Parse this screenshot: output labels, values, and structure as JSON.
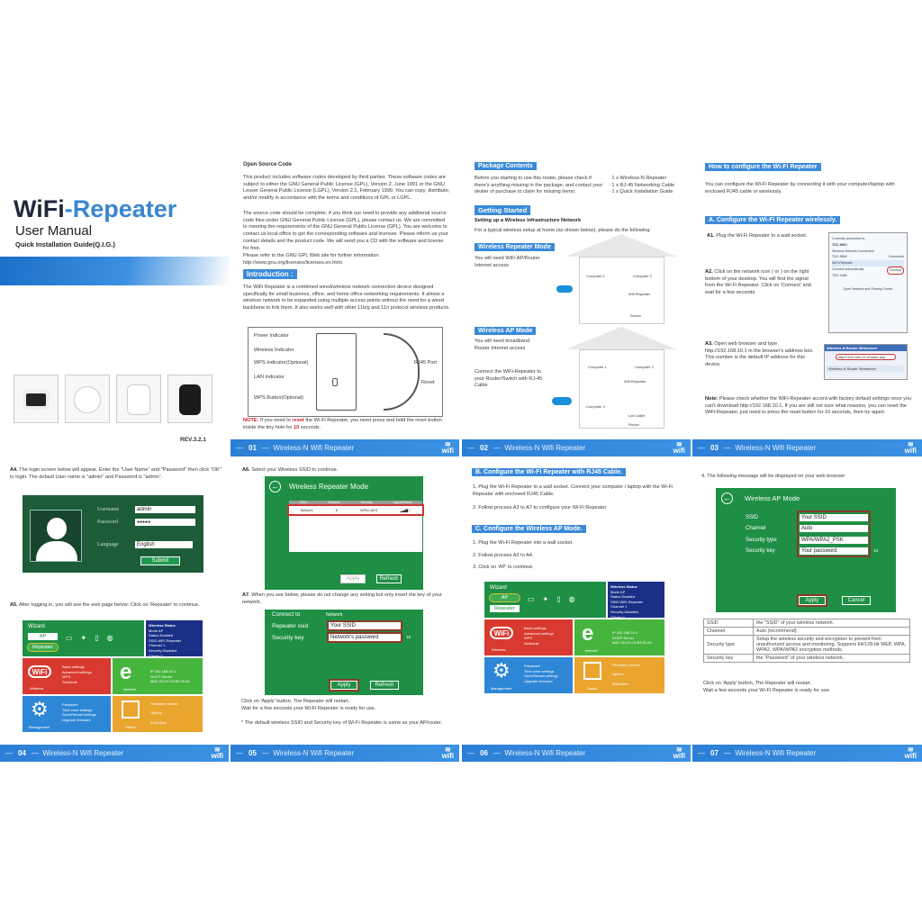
{
  "cover": {
    "title_a": "WiFi",
    "title_b": "-Repeater",
    "subtitle": "User Manual",
    "guide": "Quick Installation Guide(Q.I.G.)",
    "rev": "REV.3.2.1"
  },
  "footer_label": "Wireless-N Wifi Repeater",
  "wifi_logo": "wifi",
  "colors": {
    "accent": "#3b8ad8",
    "green": "#1f8f45",
    "red": "#d4202a"
  },
  "p01": {
    "num": "01",
    "oss_title": "Open Source Code",
    "oss_p1": "This product includes software codes developed by third parties. These software codes are subject to either the GNU General Public License (GPL), Version 2, June 1991 or the GNU Lesser General Public License (LGPL), Version 2.1, February 1999. You can copy, distribute, and/or modify in accordance with the terms and conditions of GPL or LGPL.",
    "oss_p2": "The source code should be complete, if you think our need to provide any additional source code files under GNU General Public License (GPL), please contact us. We are committed to meeting the requirements of the GNU General Public License (GPL). You are welcome to contact us local office to get the corresponding software and licenses. Please inform us your contact details and the product code. We will send you a CD with the software and license for free.",
    "oss_p3": "Please refer to the GNU GPL Web site for further information. http://www.gnu.org/licenses/licenses.en.html.",
    "intro_title": "Introduction :",
    "intro": "The WiFi Repeater is a combined wired/wireless network connection device designed specifically for small business, office, and home office networking requirements. It allows a wireless network to be expanded using multiple access points without the need for a wired backbone to link them. It also works well with other 11b/g and 11n protocol wireless products.",
    "labels": [
      "Power Indicator",
      "Wireless Indicator",
      "WPS Indicator(Optional)",
      "LAN Indicator",
      "WPS Button(Optional)"
    ],
    "side_labels": [
      "RJ45 Port",
      "Reset"
    ],
    "note_label": "NOTE:",
    "note_a": " If you need to ",
    "note_reset": "reset",
    "note_b": " the Wi-Fi Repeater, you need press and hold the reset button inside the tiny hole for ",
    "note_sec": "10",
    "note_c": " seconds."
  },
  "p02": {
    "num": "02",
    "pkg_title": "Package Contents",
    "pkg_text": "Before you starting to use this router, please check if there's anything missing in the package, and contact your dealer of purchase to claim for missing items:",
    "pkg_items": [
      "· 1 x Wireless-N Repeater",
      "· 1 x RJ-45 Networking Cable",
      "· 1 x Quick Installation Guide"
    ],
    "gs_title": "Getting Started",
    "gs_sub": "Setting up a Wireless Infrastructure Network",
    "gs_text": "For a typical wireless setup at home (as shown below), please do the following:",
    "rep_title": "Wireless Repeater Mode",
    "rep_text": "You will need WiFi AP/Router Internet access",
    "ap_title": "Wireless AP Mode",
    "ap_text": "You will need broadband Router Internet access",
    "ap_text2": "Connect the WiFi-Repeater to your Router/Switch with RJ-45 Cable",
    "d1": [
      "Computer 1",
      "Computer 2",
      "Wifi Repeater",
      "Router"
    ],
    "d2": [
      "Computer 1",
      "Computer 2",
      "Wifi Repeater",
      "Computer 2",
      "Lan Cable",
      "Router"
    ]
  },
  "p03": {
    "num": "03",
    "title": "How to configure the Wi-Fi Repeater",
    "intro": "You can configure the Wi-Fi Repeater by connecting it with your computer/laptop with enclosed RJ45 cable or wirelessly.",
    "a_title": "A. Configure the Wi-Fi Repeater wirelessly.",
    "a1_label": "A1.",
    "a1": "Plug the Wi-Fi Repeater to a wall socket.",
    "a2_label": "A2.",
    "a2": "Click on the network icon ( or ) on the right bottom of your desktop. You will find the signal from the Wi-Fi Repeater. Click on 'Connect' and wait for a few seconds.",
    "a3_label": "A3.",
    "a3": "Open web browser and type http://192.168.10.1 in the browser's address box. This number is the default IP address for this device.",
    "note_label": "Note:",
    "note": "Please check whether the WiFi-Repeater accord with factory default settings once you can't download http://192.168.10.1. If you are still not sure what reasons, you can reset the WiFi-Repeater, just need to press the reset button for 10 seconds, then try again.",
    "net": {
      "header": "Currently connected to:",
      "items": [
        "TDC-9864",
        "Wireless Network Connection",
        "TDC-9864",
        "WiFi-Repeater",
        "Connect automatically",
        "TDC-4466",
        "Open Network and Sharing Center"
      ],
      "connect": "Connect",
      "connected": "Connected"
    },
    "browser": {
      "title": "Wireless-N Router Webserver",
      "url": "http://192.168.10.1/home.asp",
      "tab": "Wireless-N Router Webserver"
    }
  },
  "p04": {
    "num": "04",
    "a4_label": "A4.",
    "a4": "The login screen below will appear. Enter the \"User Name\" and \"Password\" then click \"OK\" to login. The default User name is \"admin\" and Password is \"admin\".",
    "login": {
      "username_label": "Username",
      "username": "admin",
      "password_label": "Password",
      "password": "●●●●●",
      "language_label": "Language",
      "language": "English",
      "submit": "Submit"
    },
    "a5_label": "A5.",
    "a5": "After logging in, you will see the web page below:   Click on 'Repeater' to continue."
  },
  "dashboard": {
    "wizard": "Wizard",
    "ap": "AP",
    "repeater": "Repeater",
    "status_title": "Wireless Status",
    "status_rows": [
      "Mode   AP",
      "Status   Enabled",
      "SSID   WiFi-Repeater",
      "Channel   1",
      "Security   Disabled",
      "Clients   0"
    ],
    "wireless": "Wireless",
    "wireless_links": [
      "Basic settings",
      "Advanced settings",
      "WPS",
      "Schedule"
    ],
    "internet": "Internet",
    "internet_rows": [
      "IP   192.168.10.1",
      "DHCP   Server",
      "MAC   00:1F:C6:B3:91:A1"
    ],
    "management": "Management",
    "management_links": [
      "Password",
      "Time zone settings",
      "Save/Reload settings",
      "Upgrade firmware"
    ],
    "status": "Status",
    "status_links": [
      "Firmware version",
      "Uptime",
      "Build time"
    ]
  },
  "p05": {
    "num": "05",
    "a6_label": "A6.",
    "a6": "Select your Wireless SSID to continue.",
    "mode_title": "Wireless Repeater Mode",
    "cols": [
      "SSID",
      "Channel",
      "Security",
      "Signal/Select"
    ],
    "row": [
      "Network",
      "6",
      "WPA2-AES"
    ],
    "apply": "Apply",
    "refresh": "Refresh",
    "a7_label": "A7.",
    "a7": "When you see below, please do not change any setting but only insert the key of your network.",
    "connect_label": "Connect to",
    "connect_value": "Network",
    "ssid_label": "Repeater ssid",
    "ssid_value": "Your SSID",
    "key_label": "Security key",
    "key_value": "Network's password",
    "key_len": "18",
    "after1": "Click on 'Apply' button, The Repeater will restart.",
    "after2": "Wait for a few seconds your Wi-Fi Repeater is ready for use.",
    "footnote": "* The default wireless SSID and Security key of Wi-Fi Repeater is same as your AP/router."
  },
  "p06": {
    "num": "06",
    "b_title": "B. Configure the Wi-Fi Repeater with RJ45 Cable.",
    "b1": "1.  Plug the Wi-Fi Repeater to a wall socket. Connect your computer / laptop with the Wi-Fi Repeater with enclosed RJ45 Cable.",
    "b2": "2.  Follow process A3 to A7 to configure your Wi-Fi Repeater.",
    "c_title": "C. Configure the Wireless AP Mode.",
    "c_steps": [
      "1. Plug the Wi-Fi Repeater into a wall socket.",
      "2. Follow process A3 to A4.",
      "3. Click on 'AP' to continue."
    ]
  },
  "p07": {
    "num": "07",
    "step4": "4.  The following message will be displayed on your web browser:",
    "mode_title": "Wireless AP Mode",
    "fields": [
      {
        "label": "SSID",
        "value": "Your SSID"
      },
      {
        "label": "Channel",
        "value": "Auto"
      },
      {
        "label": "Security type",
        "value": "WPA/WPA2_PSK"
      },
      {
        "label": "Security key",
        "value": "Your password"
      }
    ],
    "key_len": "13",
    "apply": "Apply",
    "cancel": "Cancel",
    "table": [
      [
        "SSID",
        "the \"SSID\" of your wireless network."
      ],
      [
        "Channel",
        "Auto (recommend)"
      ],
      [
        "Security type",
        "Setup the wireless security and encryption to prevent from unauthorized access and monitoring. Supports 64/128-bit WEP, WPA, WPA2, WPA/WPA2 encryption methods."
      ],
      [
        "Security key",
        "the \"Password\" of your wireless network."
      ]
    ],
    "after1": "Click on 'Apply' button, The Repeater will restart.",
    "after2": "Wait a few seconds your Wi-Fi Repeater is ready for use."
  }
}
